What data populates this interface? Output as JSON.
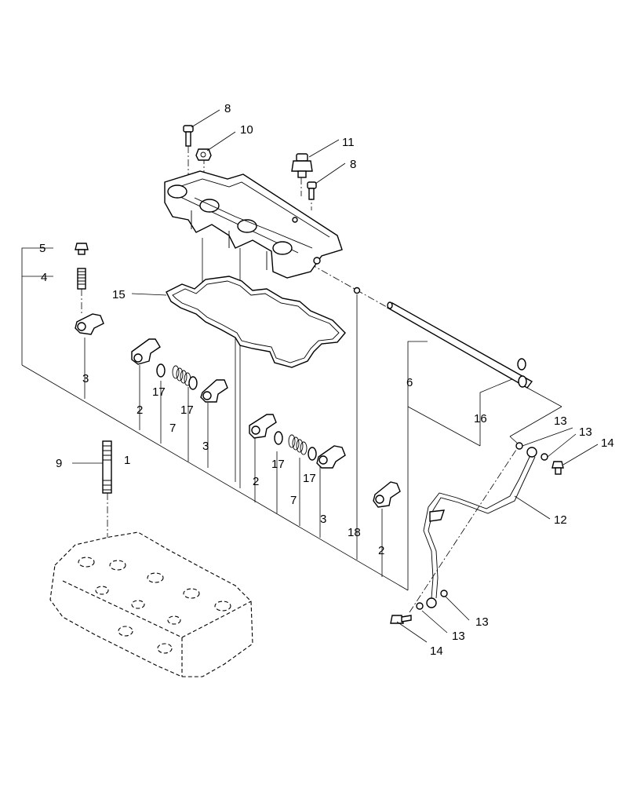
{
  "callouts": {
    "c1": "1",
    "c2a": "2",
    "c2b": "2",
    "c2c": "2",
    "c3a": "3",
    "c3b": "3",
    "c3c": "3",
    "c4": "4",
    "c5": "5",
    "c6": "6",
    "c7a": "7",
    "c7b": "7",
    "c8a": "8",
    "c8b": "8",
    "c9": "9",
    "c10": "10",
    "c11": "11",
    "c12": "12",
    "c13a": "13",
    "c13b": "13",
    "c13c": "13",
    "c13d": "13",
    "c14a": "14",
    "c14b": "14",
    "c15": "15",
    "c16": "16",
    "c17a": "17",
    "c17b": "17",
    "c17c": "17",
    "c17d": "17",
    "c18": "18"
  },
  "colors": {
    "line": "#000000",
    "background": "#ffffff"
  }
}
